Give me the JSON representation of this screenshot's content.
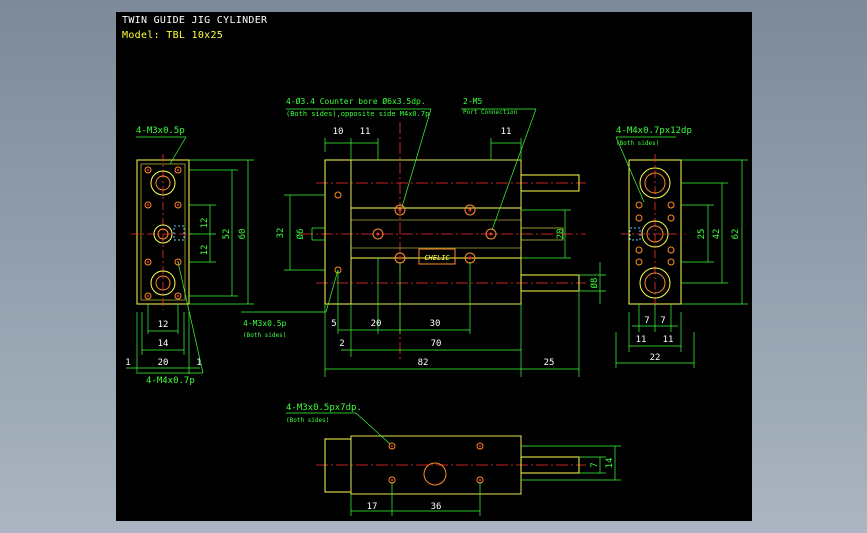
{
  "header": {
    "title": "TWIN GUIDE JIG CYLINDER",
    "model": "Model: TBL 10x25"
  },
  "labels": {
    "left_m3": "4-M3x0.5p",
    "left_m4": "4-M4x0.7p",
    "counter_bore": "4-Ø3.4 Counter bore Ø6x3.5dp.",
    "counter_bore_sub": "(Both sides),opposite side M4x0.7p",
    "port": "2-M5",
    "port_sub": "Port Connection",
    "right_m4": "4-M4x0.7px12dp",
    "right_m4_sub": "(Both sides)",
    "front_m3": "4-M3x0.5p",
    "front_m3_sub": "(Both sides)",
    "bottom_m3": "4-M3x0.5px7dp.",
    "bottom_m3_sub": "(Both sides)",
    "brand": "CHELIC"
  },
  "dims": {
    "l_12a": "12",
    "l_12b": "12",
    "l_52": "52",
    "l_60": "60",
    "l_w12": "12",
    "l_w14": "14",
    "l_w20": "20",
    "l_1a": "1",
    "l_1b": "1",
    "f_10": "10",
    "f_11a": "11",
    "f_11b": "11",
    "f_32": "32",
    "f_d6": "Ø6",
    "f_20v": "20",
    "f_d8": "Ø8",
    "f_5": "5",
    "f_20": "20",
    "f_30": "30",
    "f_2": "2",
    "f_70": "70",
    "f_82": "82",
    "f_25": "25",
    "r_25": "25",
    "r_42": "42",
    "r_62": "62",
    "r_7a": "7",
    "r_7b": "7",
    "r_11a": "11",
    "r_11b": "11",
    "r_22": "22",
    "b_7": "7",
    "b_14": "14",
    "b_17": "17",
    "b_36": "36"
  }
}
